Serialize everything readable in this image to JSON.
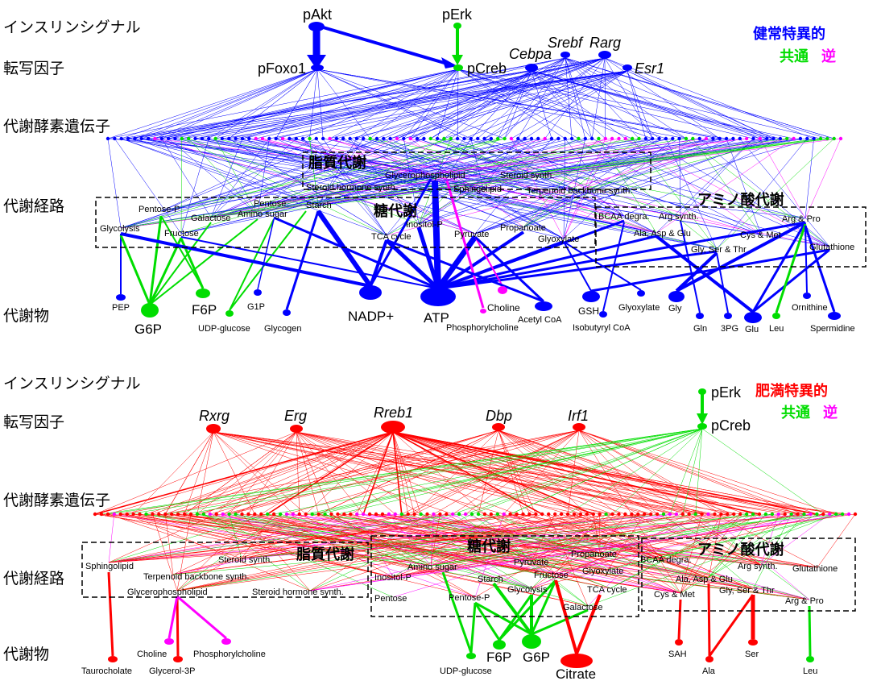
{
  "colors": {
    "healthy": "#0000ff",
    "obese": "#ff0000",
    "common": "#00dd00",
    "reverse": "#ff00ff"
  },
  "layers": [
    "インスリンシグナル",
    "転写因子",
    "代謝酵素遺伝子",
    "代謝経路",
    "代謝物"
  ],
  "top": {
    "legend": {
      "specific": "健常特異的",
      "common": "共通",
      "reverse": "逆"
    },
    "signaling": [
      "pAkt",
      "pErk"
    ],
    "tfs_plain": [
      "pFoxo1",
      "pCreb"
    ],
    "tfs_italic": [
      "Cebpa",
      "Srebf",
      "Rarg",
      "Esr1"
    ],
    "groups": {
      "lipid": "脂質代謝",
      "sugar": "糖代謝",
      "amino": "アミノ酸代謝"
    },
    "pathways": {
      "glycerophospholipid": "Glycerophospholipid",
      "steroid_synth": "Steroid synth.",
      "steroid_hormone": "Steroid hormone synth.",
      "sphingolipid": "Sphingolipid",
      "terpenoid": "Terpenoid backbone synth.",
      "pentose_p": "Pentose-P",
      "pentose": "Pentose",
      "galactose": "Galactose",
      "amino_sugar": "Amino sugar",
      "starch": "Starch",
      "glycolysis": "Glycolysis",
      "fructose": "Fructose",
      "inositol_p": "Inositol-P",
      "tca": "TCA cycle",
      "pyruvate": "Pyruvate",
      "propanoate": "Propanoate",
      "glyoxylate": "Glyoxylate",
      "bcaa": "BCAA degra.",
      "arg_synth": "Arg synth.",
      "ala_asp_glu": "Ala, Asp & Glu",
      "arg_pro": "Arg & Pro",
      "cys_met": "Cys & Met",
      "gly_ser_thr": "Gly, Ser & Thr",
      "glutathione": "Glutathione"
    },
    "metabolites": {
      "pep": "PEP",
      "g6p": "G6P",
      "f6p": "F6P",
      "udp_glucose": "UDP-glucose",
      "g1p": "G1P",
      "glycogen": "Glycogen",
      "nadp": "NADP+",
      "atp": "ATP",
      "choline": "Choline",
      "phosphorylcholine": "Phosphorylcholine",
      "acetyl_coa": "Acetyl CoA",
      "gsh": "GSH",
      "isobutyryl_coa": "Isobutyryl CoA",
      "glyoxylate": "Glyoxylate",
      "gly": "Gly",
      "gln": "Gln",
      "pg3": "3PG",
      "glu": "Glu",
      "leu": "Leu",
      "ornithine": "Ornithine",
      "spermidine": "Spermidine"
    }
  },
  "bottom": {
    "legend": {
      "specific": "肥満特異的",
      "common": "共通",
      "reverse": "逆"
    },
    "signaling": [
      "pErk",
      "pCreb"
    ],
    "tfs_italic": [
      "Rxrg",
      "Erg",
      "Rreb1",
      "Dbp",
      "Irf1"
    ],
    "groups": {
      "lipid": "脂質代謝",
      "sugar": "糖代謝",
      "amino": "アミノ酸代謝"
    },
    "pathways": {
      "sphingolipid": "Sphingolipid",
      "steroid_synth": "Steroid synth.",
      "terpenoid": "Terpenoid backbone synth.",
      "glycerophospholipid": "Glycerophospholipid",
      "steroid_hormone": "Steroid hormone synth.",
      "amino_sugar": "Amino sugar",
      "inositol_p": "Inositol-P",
      "pentose": "Pentose",
      "pyruvate": "Pyruvate",
      "starch": "Starch",
      "pentose_p": "Pentose-P",
      "glycolysis": "Glycolysis",
      "fructose": "Fructose",
      "propanoate": "Propanoate",
      "glyoxylate": "Glyoxylate",
      "tca": "TCA cycle",
      "galactose": "Galactose",
      "bcaa": "BCAA degra.",
      "ala_asp_glu": "Ala, Asp & Glu",
      "arg_synth": "Arg synth.",
      "glutathione": "Glutathione",
      "cys_met": "Cys & Met",
      "gly_ser_thr": "Gly, Ser & Thr",
      "arg_pro": "Arg & Pro"
    },
    "metabolites": {
      "choline": "Choline",
      "phosphorylcholine": "Phosphorylcholine",
      "taurocholate": "Taurocholate",
      "glycerol3p": "Glycerol-3P",
      "udp_glucose": "UDP-glucose",
      "f6p": "F6P",
      "g6p": "G6P",
      "citrate": "Citrate",
      "sah": "SAH",
      "ala": "Ala",
      "ser": "Ser",
      "leu": "Leu"
    }
  }
}
